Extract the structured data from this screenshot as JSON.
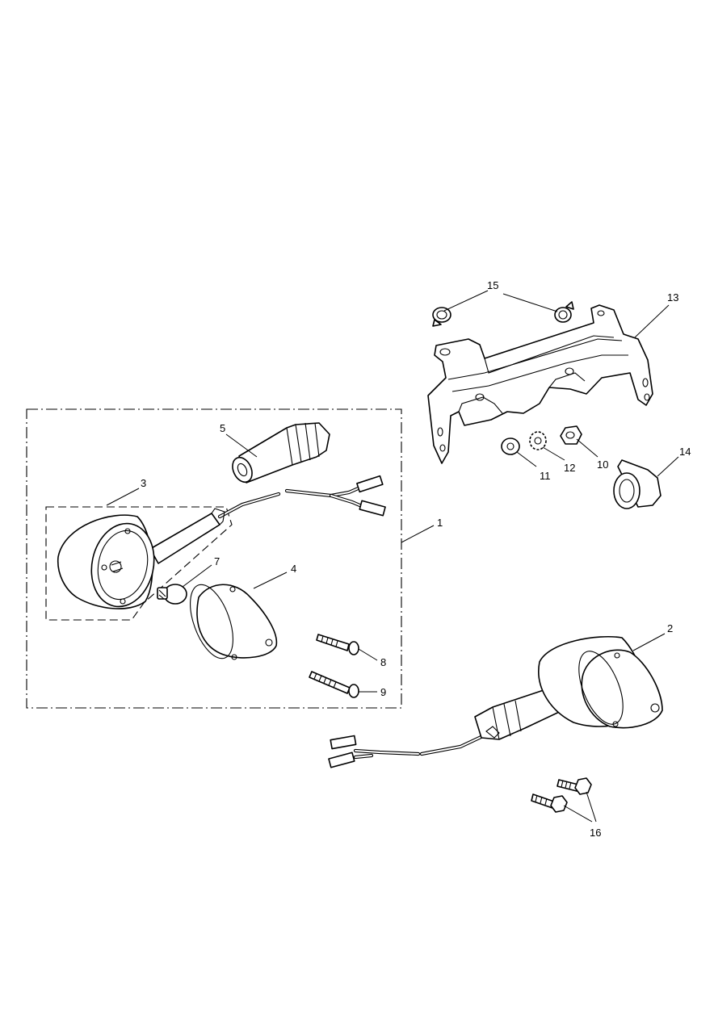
{
  "callouts": [
    {
      "id": "1",
      "label": "1"
    },
    {
      "id": "2",
      "label": "2"
    },
    {
      "id": "3",
      "label": "3"
    },
    {
      "id": "4",
      "label": "4"
    },
    {
      "id": "5",
      "label": "5"
    },
    {
      "id": "7",
      "label": "7"
    },
    {
      "id": "8",
      "label": "8"
    },
    {
      "id": "9",
      "label": "9"
    },
    {
      "id": "10",
      "label": "10"
    },
    {
      "id": "11",
      "label": "11"
    },
    {
      "id": "12",
      "label": "12"
    },
    {
      "id": "13",
      "label": "13"
    },
    {
      "id": "14",
      "label": "14"
    },
    {
      "id": "15",
      "label": "15"
    },
    {
      "id": "16",
      "label": "16"
    }
  ],
  "colors": {
    "line": "#000000",
    "background": "#ffffff"
  }
}
